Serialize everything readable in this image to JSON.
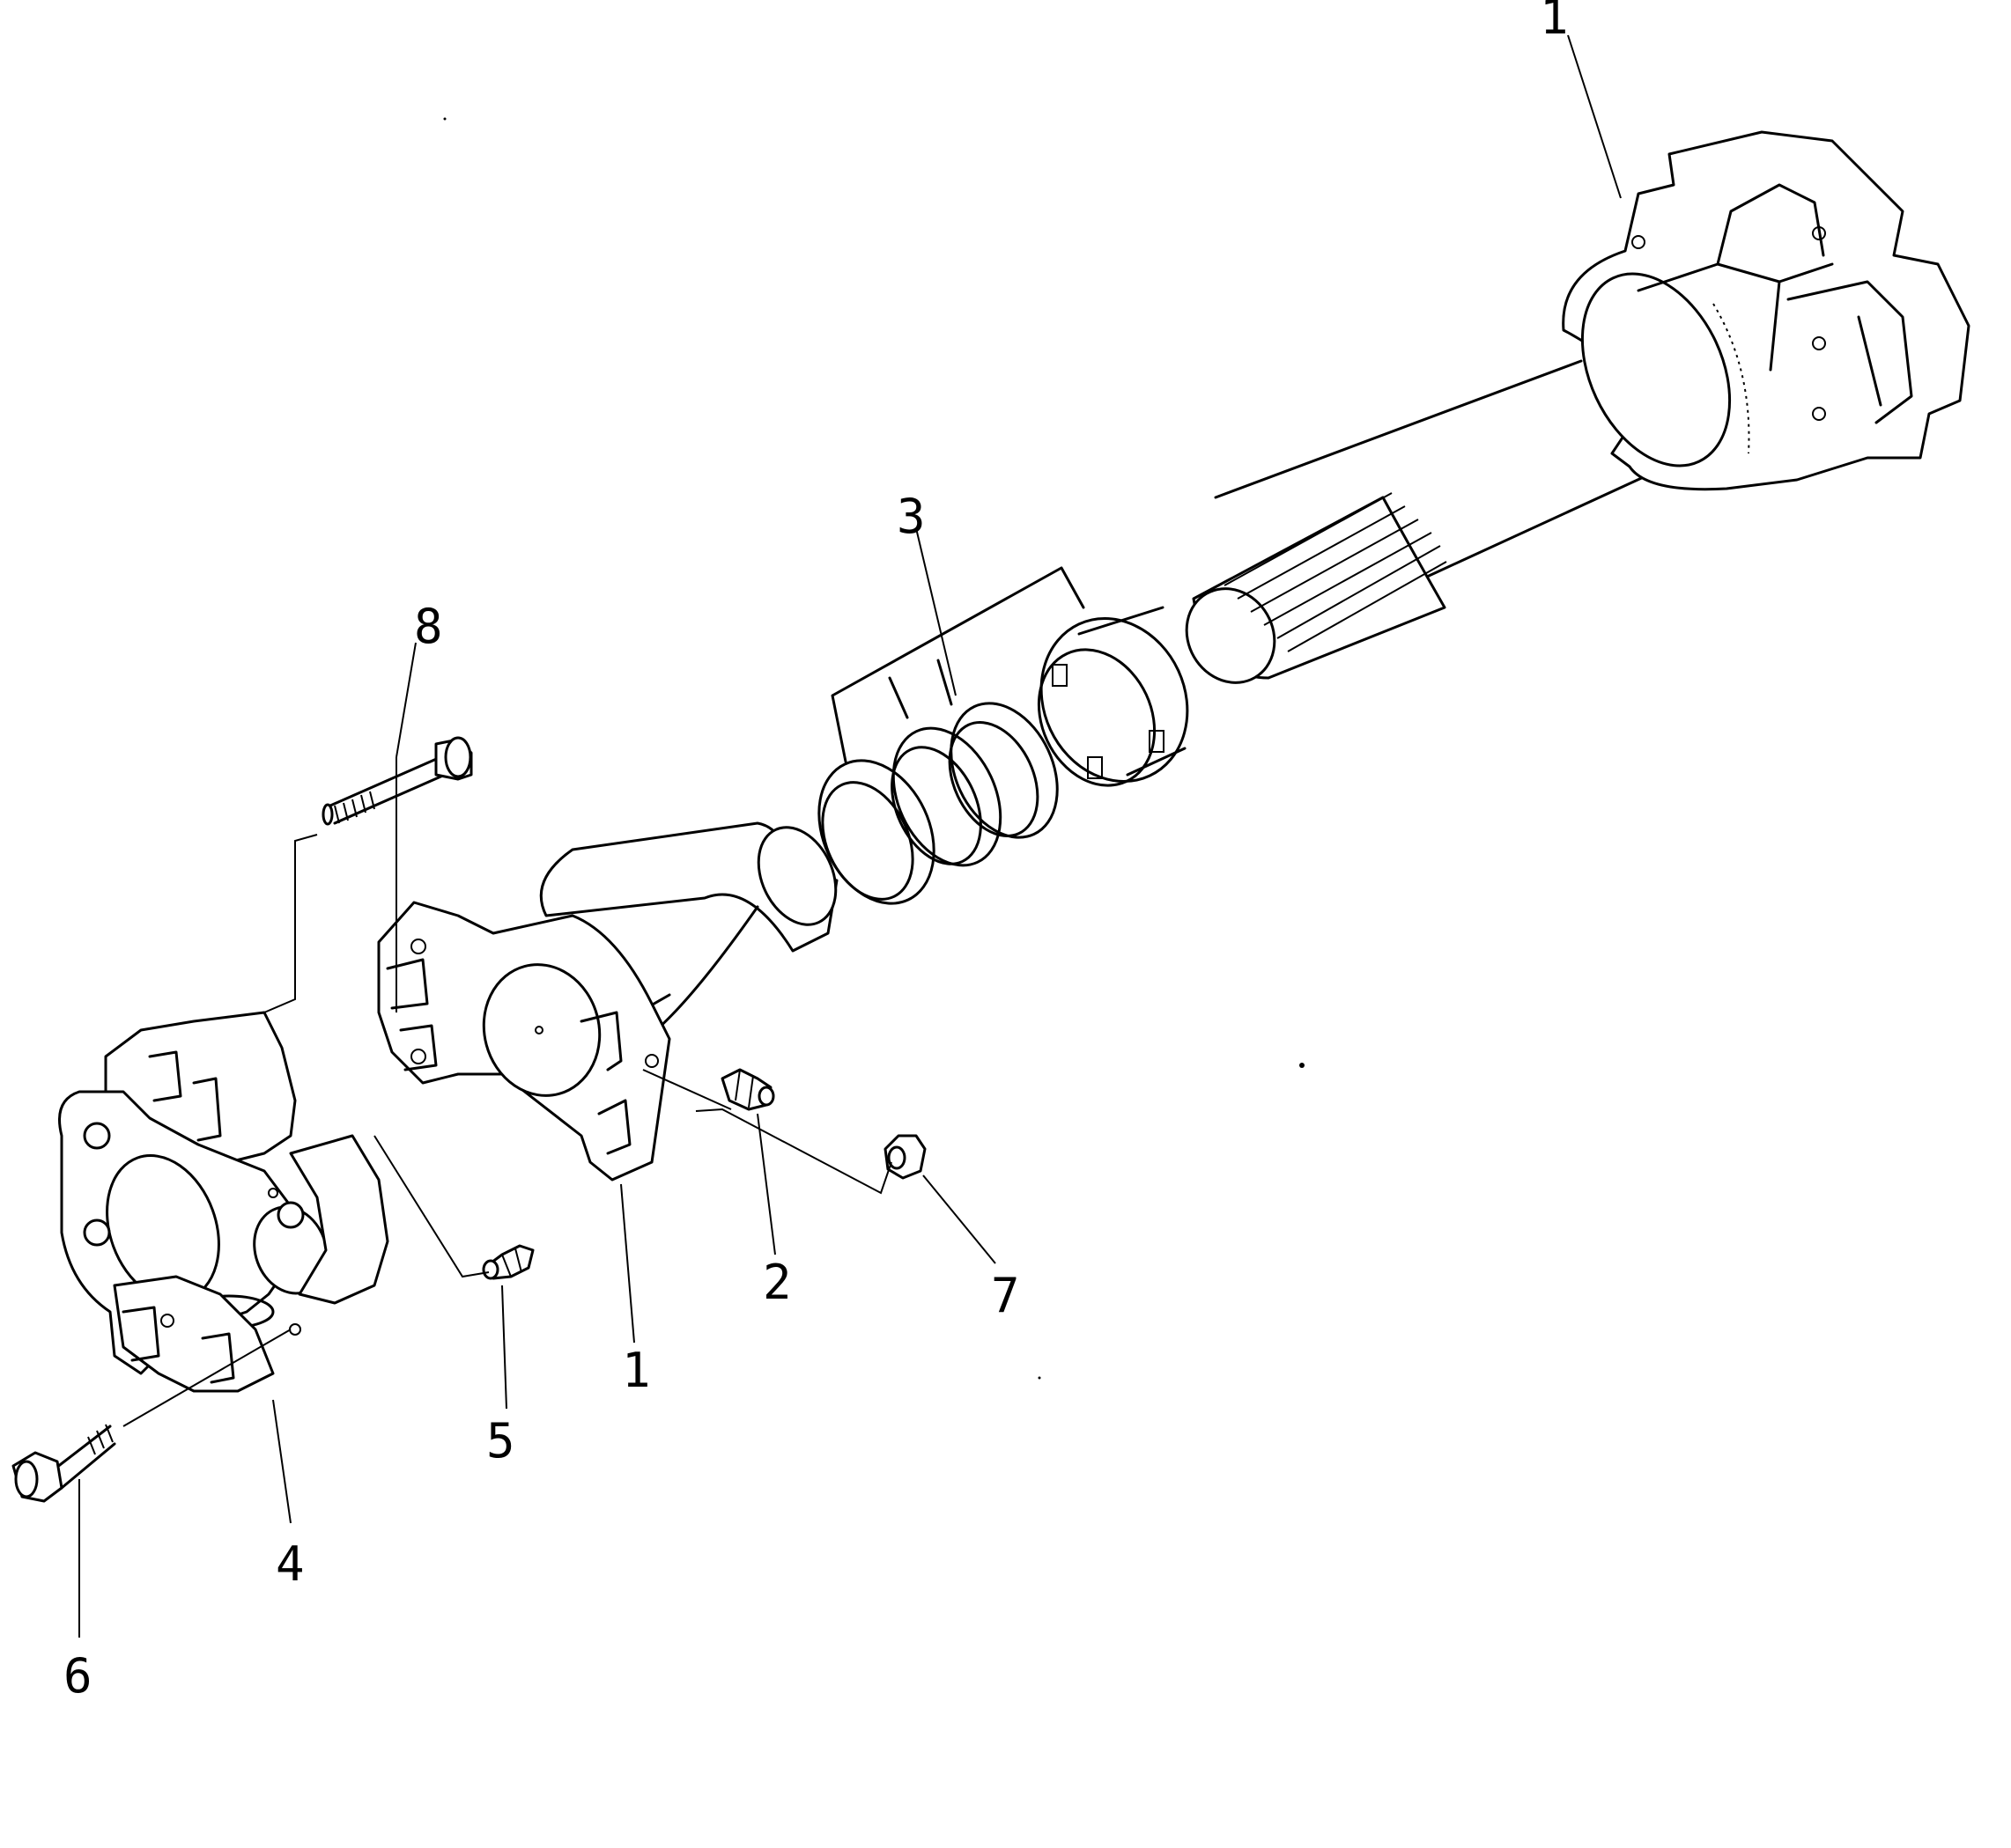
{
  "diagram": {
    "part_labels": {
      "shaft_yoke_top": "1",
      "grease_fitting_center": "2",
      "shim_set": "3",
      "spider_kit": "4",
      "grease_fitting_left": "5",
      "bolt_lower": "6",
      "nut": "7",
      "bolt_upper": "8",
      "flange_yoke": "1"
    }
  }
}
